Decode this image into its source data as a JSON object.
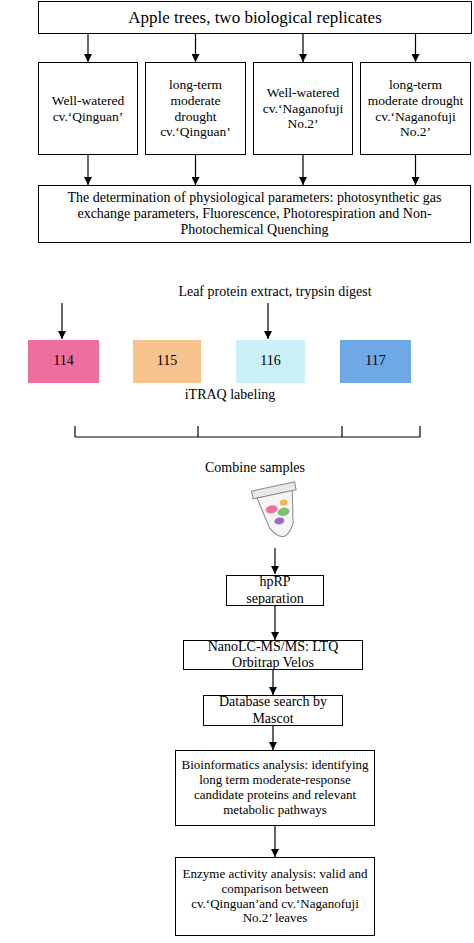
{
  "diagram": {
    "nodes": [
      {
        "text": [
          "Apple trees, two biological replicates"
        ]
      },
      {
        "text": [
          "Well-watered cv.‘Qinguan’"
        ]
      },
      {
        "text": [
          "long-term moderate drought cv.‘Qinguan’"
        ]
      },
      {
        "text": [
          "Well-watered cv.‘Naganofuji No.2’"
        ]
      },
      {
        "text": [
          "long-term moderate drought cv.‘Naganofuji No.2’"
        ]
      },
      {
        "text": [
          "The determination of physiological parameters: photosynthetic gas exchange parameters, Fluorescence, Photorespiration and Non-Photochemical Quenching"
        ]
      },
      {
        "text": [
          "114"
        ]
      },
      {
        "text": [
          "115"
        ]
      },
      {
        "text": [
          "116"
        ]
      },
      {
        "text": [
          "117"
        ]
      },
      {
        "text": [
          "hpRP separation"
        ]
      },
      {
        "text": [
          "NanoLC-MS/MS: LTQ Orbitrap Velos"
        ]
      },
      {
        "text": [
          "Database search by Mascot"
        ]
      },
      {
        "text": [
          "Bioinformatics analysis: identifying long term moderate-response candidate proteins and relevant metabolic pathways"
        ]
      },
      {
        "text": [
          "Enzyme activity analysis: valid and comparison between cv.‘Qinguan’and cv.‘Naganofuji No.2’ leaves"
        ]
      }
    ],
    "edges": [
      {
        "from": 0,
        "to": 1,
        "arrow": "to"
      },
      {
        "from": 0,
        "to": 2,
        "arrow": "to"
      },
      {
        "from": 0,
        "to": 3,
        "arrow": "to"
      },
      {
        "from": 0,
        "to": 4,
        "arrow": "to"
      },
      {
        "from": 1,
        "to": 5,
        "arrow": "to"
      },
      {
        "from": 2,
        "to": 5,
        "arrow": "to"
      },
      {
        "from": 3,
        "to": 5,
        "arrow": "to"
      },
      {
        "from": 4,
        "to": 5,
        "arrow": "to"
      },
      {
        "from": 10,
        "to": 11,
        "arrow": "to"
      },
      {
        "from": 11,
        "to": 12,
        "arrow": "to"
      },
      {
        "from": 12,
        "to": 13,
        "arrow": "to"
      },
      {
        "from": 13,
        "to": 14,
        "arrow": "to"
      }
    ],
    "labels": [
      "Leaf protein extract, trypsin digest",
      "iTRAQ labeling",
      "Combine samples"
    ]
  }
}
